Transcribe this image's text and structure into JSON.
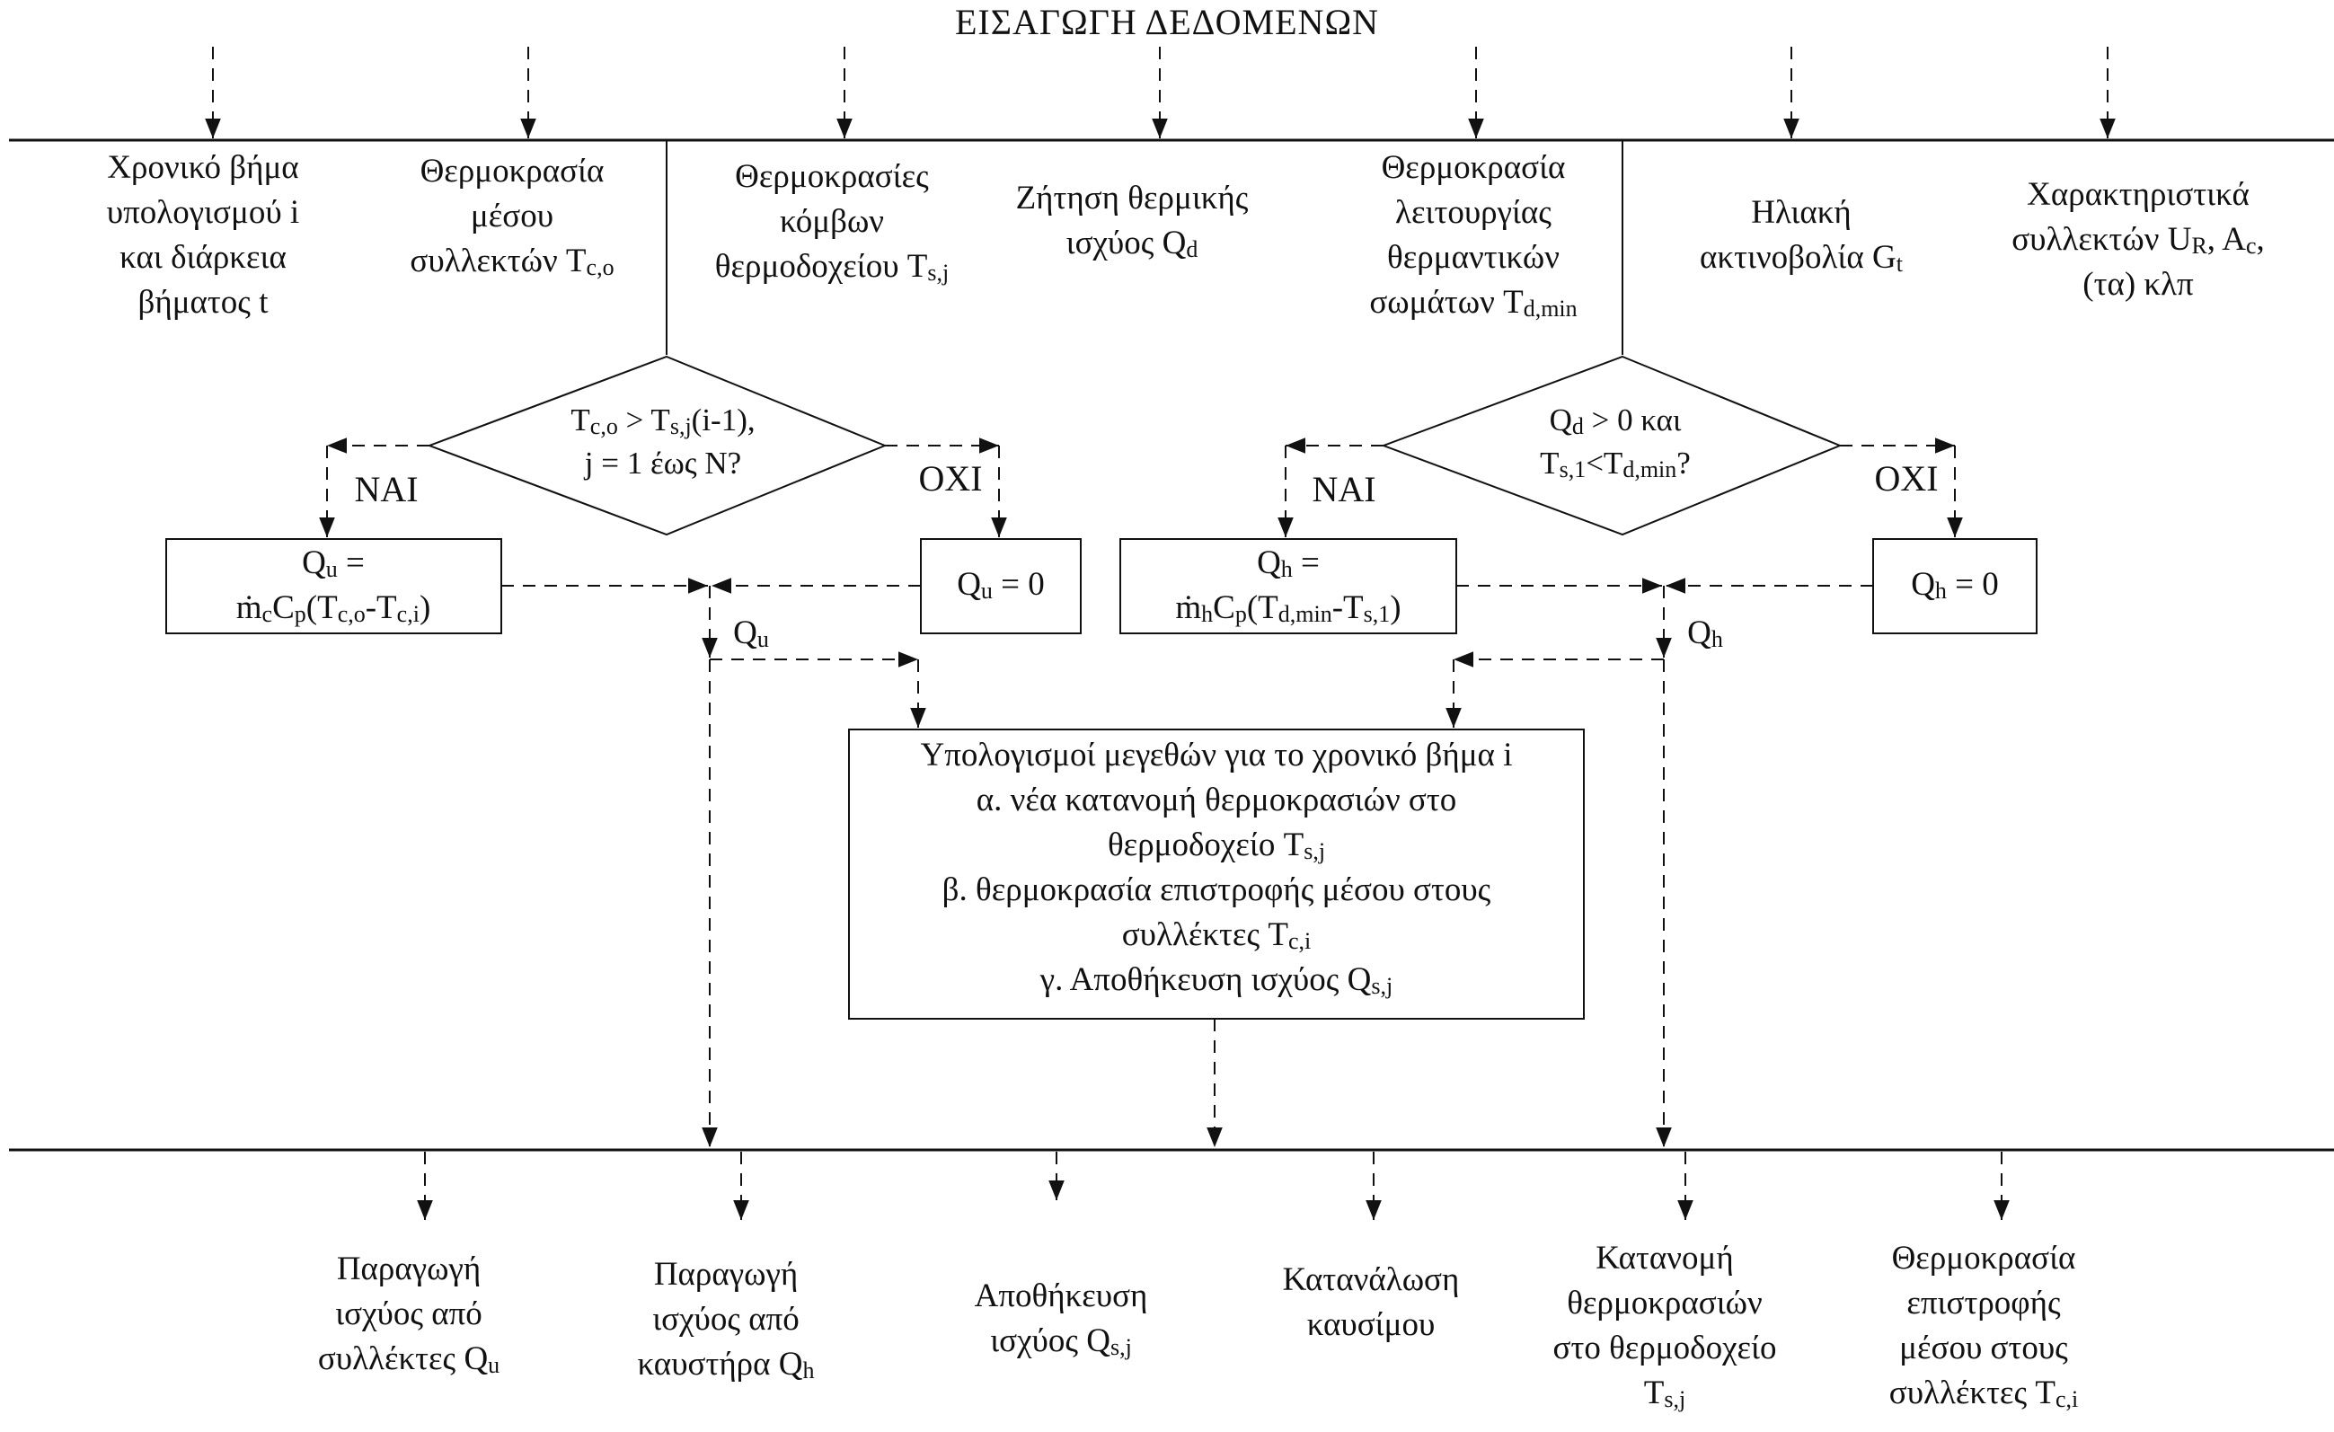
{
  "title": "ΕΙΣΑΓΩΓΗ ΔΕΔΟΜΕΝΩΝ",
  "inputs": [
    {
      "lines": [
        "Χρονικό βήμα",
        "υπολογισμού i",
        "και διάρκεια",
        "βήματος t"
      ]
    },
    {
      "l1": "Θερμοκρασία",
      "l2": "μέσου",
      "l3a": "συλλεκτών T",
      "l3sub": "c,o"
    },
    {
      "l1": "Θερμοκρασίες",
      "l2": "κόμβων",
      "l3a": "θερμοδοχείου T",
      "l3sub": "s,j"
    },
    {
      "l1": "Ζήτηση θερμικής",
      "l2a": "ισχύος Q",
      "l2sub": "d"
    },
    {
      "l1": "Θερμοκρασία",
      "l2": "λειτουργίας",
      "l3": "θερμαντικών",
      "l4a": "σωμάτων T",
      "l4sub": "d,min"
    },
    {
      "l1": "Ηλιακή",
      "l2a": "ακτινοβολία G",
      "l2sub": "t"
    },
    {
      "l1": "Χαρακτηριστικά",
      "l2a": "συλλεκτών U",
      "l2sub1": "R",
      "l2b": ", A",
      "l2sub2": "c",
      "l2c": ",",
      "l3": "(τα) κλπ"
    }
  ],
  "decision1": {
    "l1a": "T",
    "l1sub1": "c,o",
    "l1b": " > T",
    "l1sub2": "s,j",
    "l1c": "(i-1),",
    "l2": "j = 1  έως N?"
  },
  "decision2": {
    "l1a": "Q",
    "l1sub": "d",
    "l1b": " > 0 και",
    "l2a": "T",
    "l2sub1": "s,1",
    "l2b": "<T",
    "l2sub2": "d,min",
    "l2c": "?"
  },
  "branch_labels": {
    "yes": "ΝΑΙ",
    "no": "ΟΧΙ"
  },
  "box_qu": {
    "l1a": "Q",
    "l1sub": "u",
    "l1b": " =",
    "l2a": "ṁ",
    "l2sub1": "c",
    "l2b": "C",
    "l2sub2": "p",
    "l2c": "(T",
    "l2sub3": "c,o",
    "l2d": "-T",
    "l2sub4": "c,i",
    "l2e": ")"
  },
  "box_qu0": {
    "a": "Q",
    "sub": "u",
    "b": " = 0"
  },
  "box_qh": {
    "l1a": "Q",
    "l1sub": "h",
    "l1b": " =",
    "l2a": "ṁ",
    "l2sub1": "h",
    "l2b": "C",
    "l2sub2": "p",
    "l2c": "(T",
    "l2sub3": "d,min",
    "l2d": "-T",
    "l2sub4": "s,1",
    "l2e": ")"
  },
  "box_qh0": {
    "a": "Q",
    "sub": "h",
    "b": " = 0"
  },
  "merge_qu": {
    "a": "Q",
    "sub": "u"
  },
  "merge_qh": {
    "a": "Q",
    "sub": "h"
  },
  "process": {
    "l1": "Υπολογισμοί μεγεθών για το χρονικό βήμα i",
    "l2": "α. νέα κατανομή θερμοκρασιών στο",
    "l3a": "θερμοδοχείο T",
    "l3sub": "s,j",
    "l4": "β. θερμοκρασία επιστροφής μέσου στους",
    "l5a": "συλλέκτες T",
    "l5sub": "c,i",
    "l6a": "γ. Αποθήκευση ισχύος Q",
    "l6sub": "s,j"
  },
  "outputs": [
    {
      "l1": "Παραγωγή",
      "l2": "ισχύος από",
      "l3a": "συλλέκτες Q",
      "l3sub": "u"
    },
    {
      "l1": "Παραγωγή",
      "l2": "ισχύος από",
      "l3a": "καυστήρα Q",
      "l3sub": "h"
    },
    {
      "l1": "Αποθήκευση",
      "l2a": "ισχύος Q",
      "l2sub": "s,j"
    },
    {
      "l1": "Κατανάλωση",
      "l2": "καυσίμου"
    },
    {
      "l1": "Κατανομή",
      "l2": "θερμοκρασιών",
      "l3": "στο θερμοδοχείο",
      "l4a": "T",
      "l4sub": "s,j"
    },
    {
      "l1": "Θερμοκρασία",
      "l2": "επιστροφής",
      "l3": "μέσου στους",
      "l4a": "συλλέκτες T",
      "l4sub": "c,i"
    }
  ]
}
